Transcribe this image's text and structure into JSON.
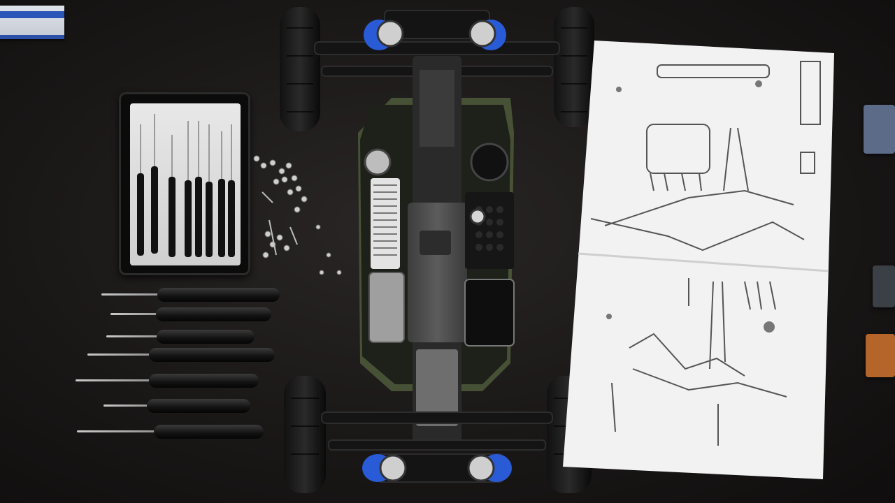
{
  "scene": {
    "colors": {
      "desk": "#1a1717",
      "tray_insert": "#d9d9d9",
      "handle": "#111111",
      "chassis_frame": "#4e5a3a",
      "body_plate": "#555555",
      "shock_blue": "#2a5bd7",
      "manual_paper": "#f2f2f2",
      "ruler_blue": "#2b55b9"
    },
    "icons": [
      "ruler",
      "screwdriver-tray",
      "screw-pile",
      "screwdriver",
      "rc-car-chassis",
      "instruction-manual"
    ]
  }
}
